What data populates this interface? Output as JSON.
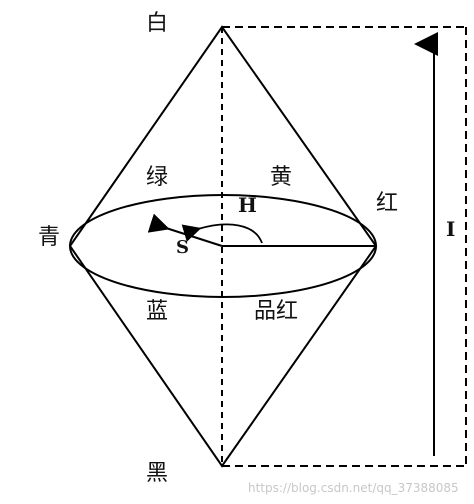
{
  "labels": {
    "white": "白",
    "black": "黑",
    "cyan": "青",
    "red": "红",
    "green": "绿",
    "yellow": "黄",
    "blue": "蓝",
    "magenta": "品红",
    "hue": "H",
    "saturation": "S",
    "intensity": "I"
  },
  "watermark": "https://blog.csdn.net/qq_37388085",
  "colors": {
    "stroke": "#000000",
    "text": "#111111",
    "watermark": "#c8c8c8"
  }
}
